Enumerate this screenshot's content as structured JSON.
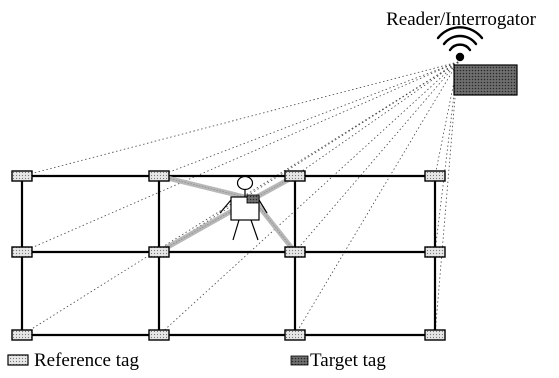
{
  "diagram": {
    "reader_label": "Reader/Interrogator",
    "legend": {
      "reference_label": "Reference tag",
      "target_label": "Target tag"
    },
    "grid": {
      "columns": 4,
      "rows": 3
    },
    "target_tag": {
      "nearest_reference_tags": 4
    },
    "colors": {
      "line": "#000000",
      "reference_tag_fill": "#e6e6e6",
      "target_tag_fill": "#9a9a9a",
      "reader_fill": "#8c8c8c",
      "target_beam": "#bdbdbd"
    }
  }
}
